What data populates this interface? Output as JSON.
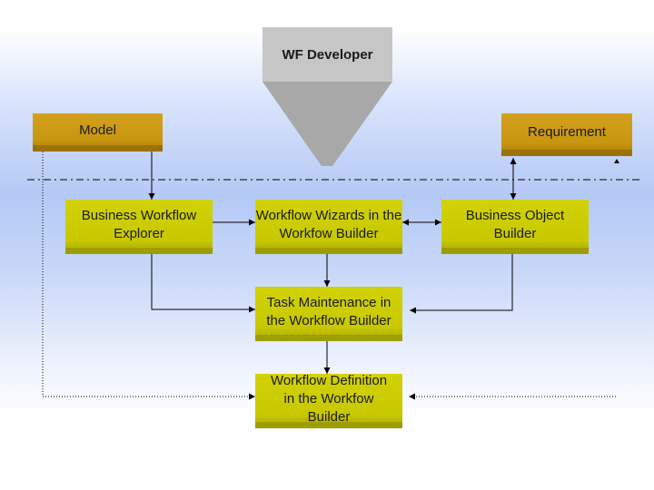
{
  "developer": {
    "label": "WF Developer"
  },
  "nodes": {
    "model": "Model",
    "requirement": "Requirement",
    "business_workflow_explorer": "Business Workflow Explorer",
    "workflow_wizards": "Workflow Wizards in the Workfow Builder",
    "business_object_builder": "Business Object Builder",
    "task_maintenance": "Task Maintenance in the Workflow Builder",
    "workflow_definition": "Workflow Definition in the Workfow Builder"
  },
  "colors": {
    "gold_box": "#c8960f",
    "olive_box": "#c8c800",
    "developer_gray": "#c6c6c6",
    "funnel_gray": "#a8a8a8",
    "line": "#000000"
  }
}
